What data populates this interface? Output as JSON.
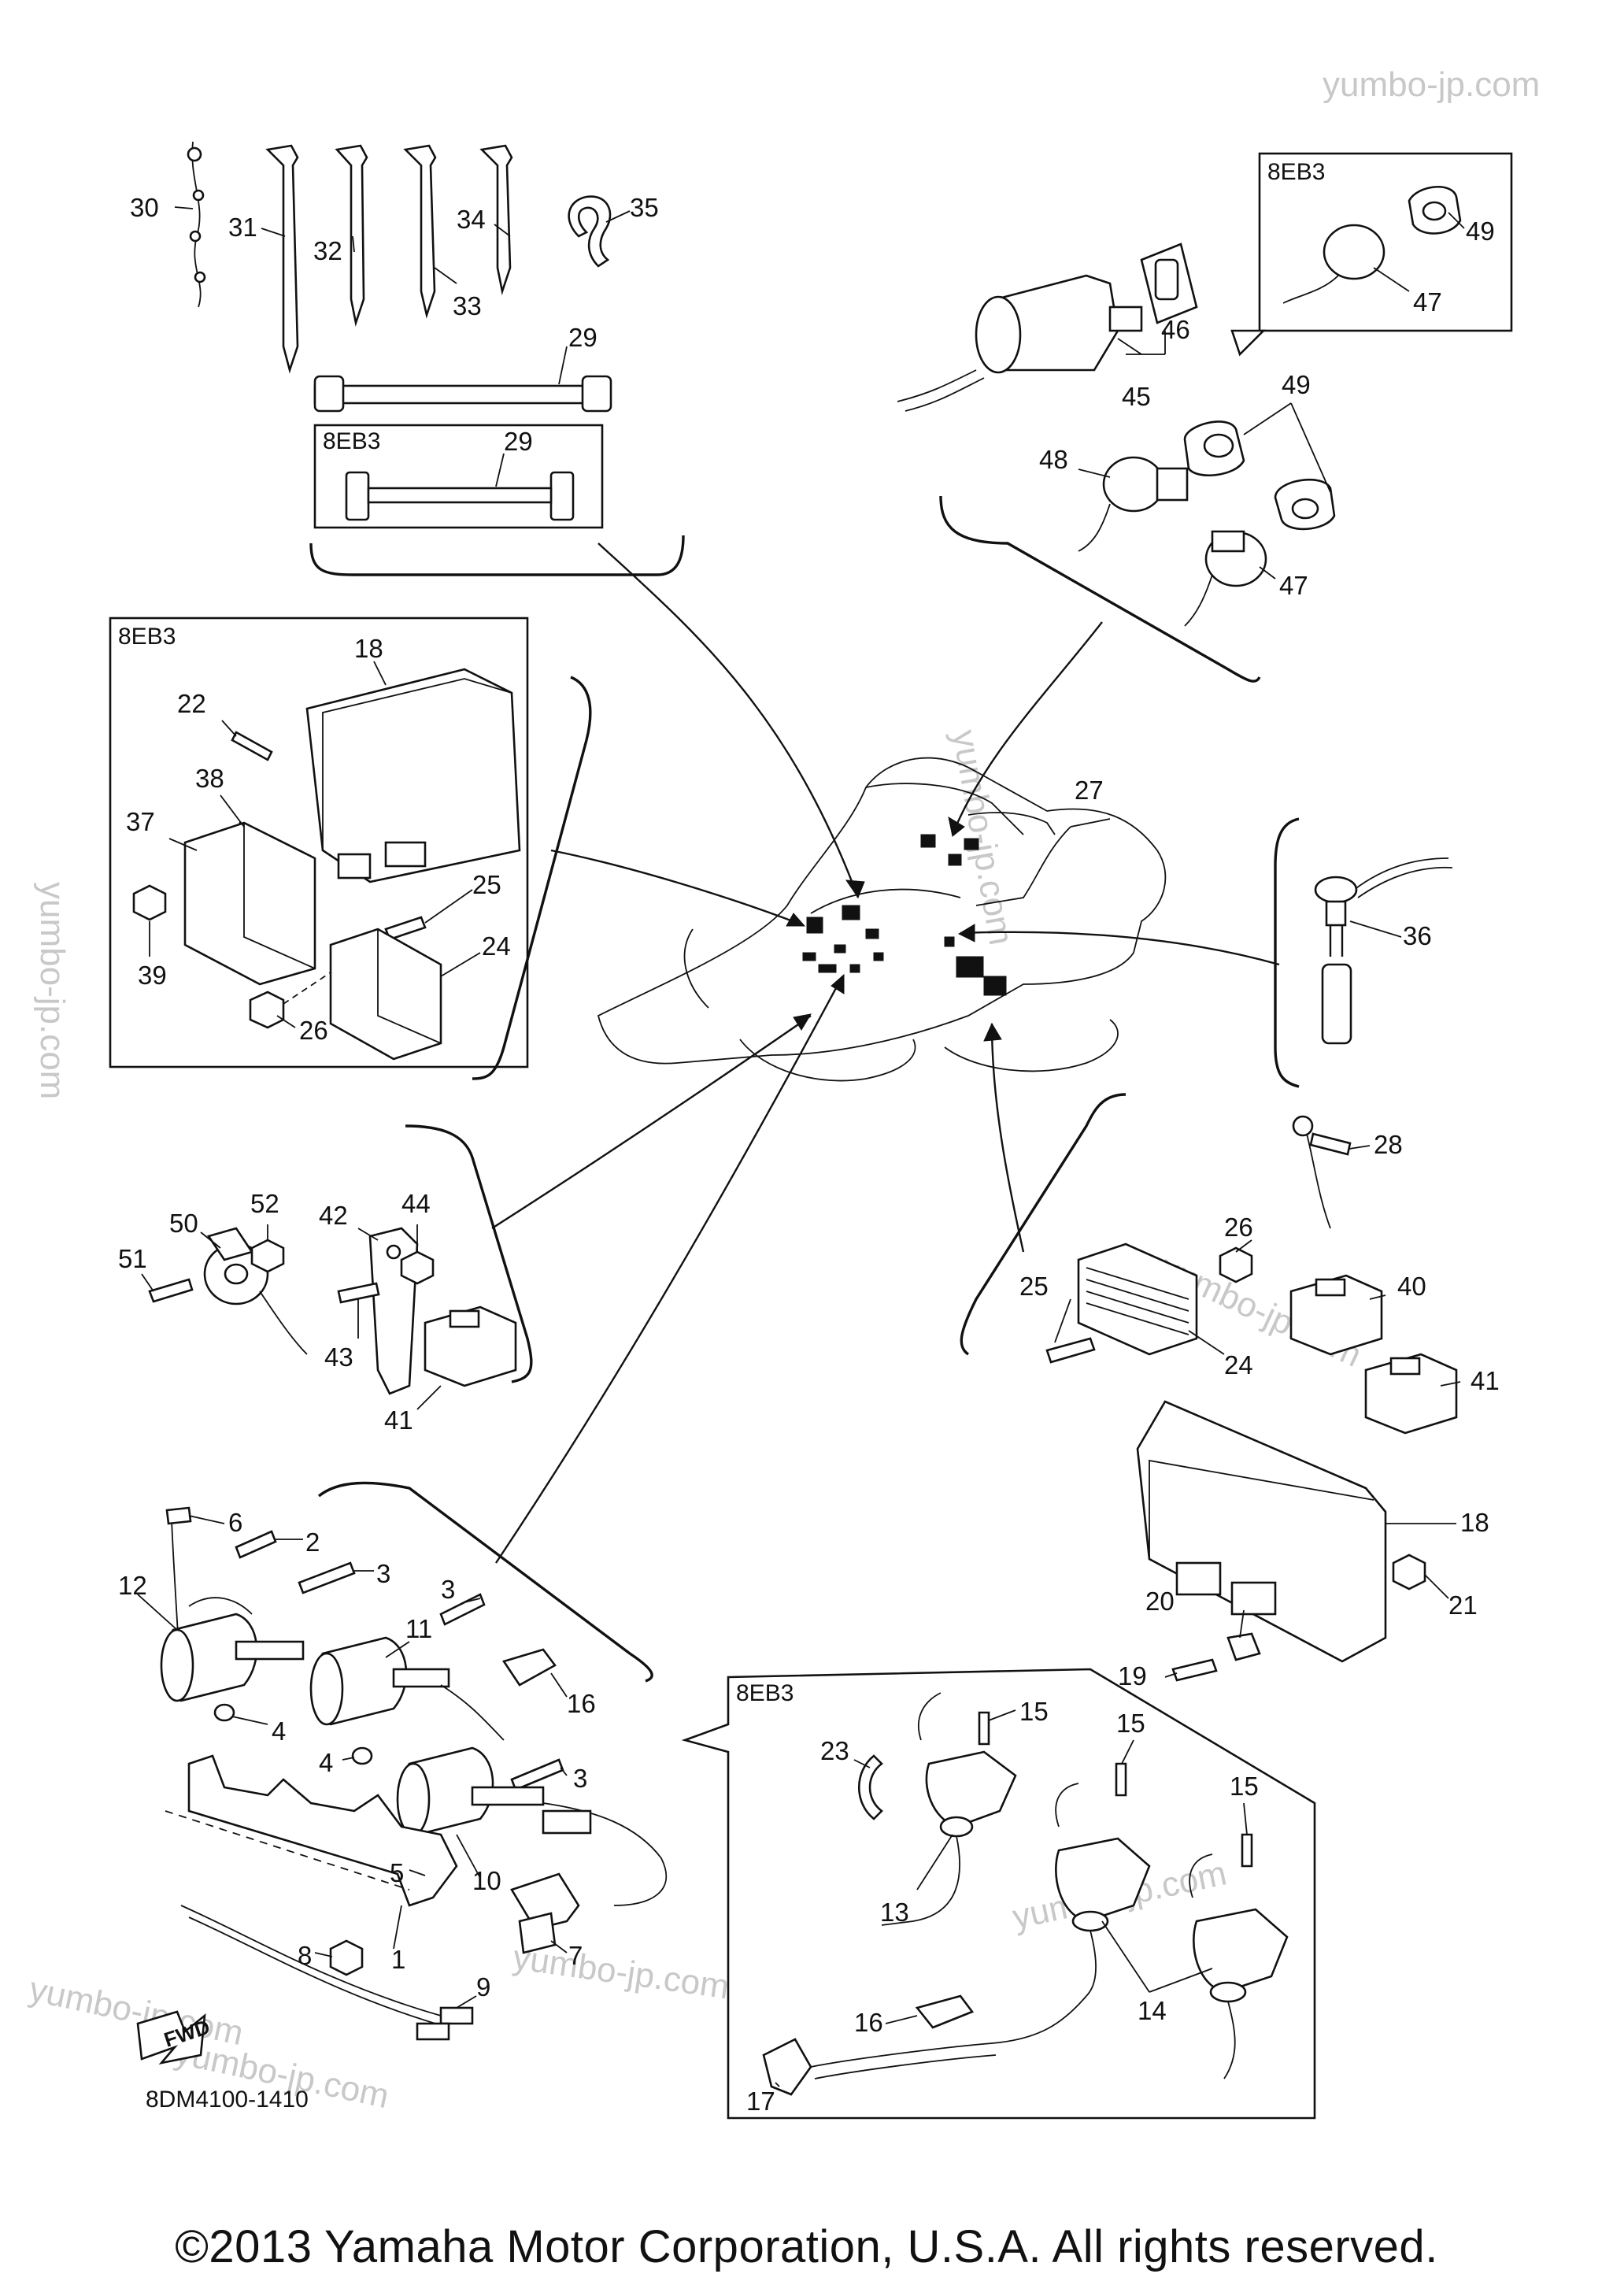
{
  "watermarks": {
    "top_right": "yumbo-jp.com",
    "left_vertical": "yumbo-jp.com",
    "center_vertical": "yumbo-jp.com",
    "right_mid": "yumbo-jp.com",
    "lower_center": "yumbo-jp.com",
    "bottom_left": "yumbo-jp.com",
    "bottom_center": "yumbo-jp.com",
    "lower_right_box": "yumbo-jp.com"
  },
  "variant_tags": {
    "harness_box": "8EB3",
    "switch_box": "8EB3",
    "cdi_box": "8EB3",
    "coil_box": "8EB3"
  },
  "callouts": {
    "p1": "1",
    "p2": "2",
    "p3a": "3",
    "p3b": "3",
    "p3c": "3",
    "p4a": "4",
    "p4b": "4",
    "p5": "5",
    "p6": "6",
    "p7": "7",
    "p8": "8",
    "p9": "9",
    "p10": "10",
    "p11": "11",
    "p12": "12",
    "p13": "13",
    "p14": "14",
    "p15a": "15",
    "p15b": "15",
    "p15c": "15",
    "p16a": "16",
    "p16b": "16",
    "p17": "17",
    "p18a": "18",
    "p18b": "18",
    "p19": "19",
    "p20": "20",
    "p21": "21",
    "p22": "22",
    "p23": "23",
    "p24a": "24",
    "p24b": "24",
    "p25a": "25",
    "p25b": "25",
    "p26a": "26",
    "p26b": "26",
    "p27": "27",
    "p28": "28",
    "p29a": "29",
    "p29b": "29",
    "p30": "30",
    "p31": "31",
    "p32": "32",
    "p33": "33",
    "p34": "34",
    "p35": "35",
    "p36": "36",
    "p37": "37",
    "p38": "38",
    "p39": "39",
    "p40": "40",
    "p41a": "41",
    "p41b": "41",
    "p42": "42",
    "p43": "43",
    "p44": "44",
    "p45": "45",
    "p46": "46",
    "p47a": "47",
    "p47b": "47",
    "p48": "48",
    "p49a": "49",
    "p49b": "49",
    "p50": "50",
    "p51": "51",
    "p52": "52"
  },
  "fwd_label": "FWD",
  "drawing_number": "8DM4100-1410",
  "copyright": "©2013 Yamaha Motor Corporation, U.S.A. All rights reserved."
}
